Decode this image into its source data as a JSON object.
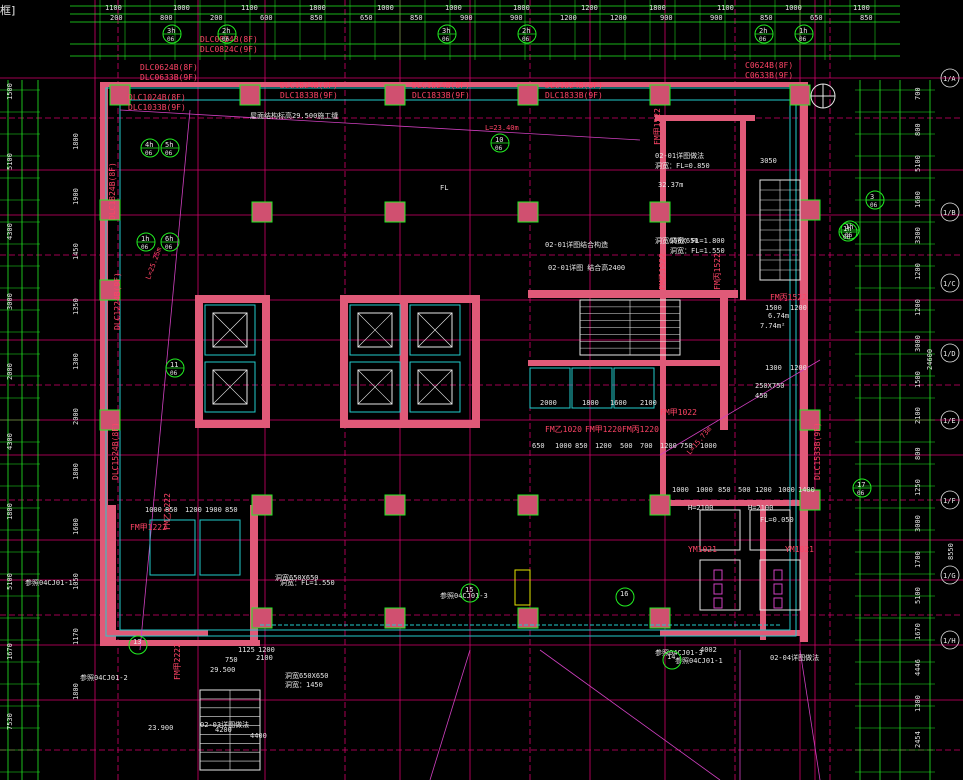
{
  "ui": {
    "corner_tag": "框]"
  },
  "colors": {
    "background": "#000000",
    "axis": "#d4006a",
    "dim_green": "#22ee22",
    "wall": "#e05a78",
    "column": "#d05070",
    "cyan": "#22cccc",
    "label_red": "#ff4466",
    "white": "#e6e6e6",
    "yellow": "#e6e600",
    "magenta": "#d040c0"
  },
  "top_dims": [
    "1100",
    "1000",
    "1100",
    "1800",
    "1000",
    "1000",
    "1800",
    "1200",
    "1800",
    "1100",
    "1000",
    "1100"
  ],
  "top_dims_row2": [
    "200",
    "800",
    "200",
    "600",
    "850",
    "650",
    "850",
    "900",
    "900",
    "1200",
    "1200",
    "900",
    "900",
    "850",
    "650",
    "850"
  ],
  "right_dims": [
    "700",
    "800",
    "5100",
    "1600",
    "3300",
    "1200",
    "1200",
    "3000",
    "1500",
    "2100",
    "800",
    "1250",
    "3000",
    "1700",
    "5100",
    "1670",
    "4446",
    "1300",
    "2454"
  ],
  "right_total": "8550",
  "right_total2": "24600",
  "left_dims": [
    "1500",
    "5100",
    "4300",
    "3000",
    "2000",
    "4300",
    "1800",
    "5100",
    "1670",
    "7530"
  ],
  "left_small_dims": [
    "1800",
    "1900",
    "1450",
    "1350",
    "1300",
    "2000",
    "1800",
    "1600",
    "1050",
    "1170",
    "1800"
  ],
  "axis_tags": [
    "1/A",
    "1/B",
    "1/C",
    "1/D",
    "1/E",
    "1/F",
    "1/G",
    "1/H"
  ],
  "window_labels": [
    "DLC0824B(8F)",
    "DLC0824C(9F)",
    "DLC1824B(8F)",
    "DLC1833B(9F)",
    "DLC1824B(8F)",
    "DLC1833B(9F)",
    "DLC1824B(8F)",
    "DLC1833B(9F)",
    "C0624B(8F)",
    "C0633B(9F)",
    "DLC0624B(8F)",
    "DLC0633B(9F)",
    "DLC1024B(8F)",
    "DLC1033B(9F)",
    "DLC1824B(8F)",
    "DLC1224B(9F)",
    "DLC1524B(8F)",
    "DLC1533B(9F)"
  ],
  "door_labels": [
    "FM甲1222",
    "FM甲1022",
    "FM乙1020",
    "FM甲1220",
    "FM丙1220",
    "FM甲1522",
    "FM乙1522",
    "FM丙1522",
    "FM丙1522",
    "YM1021",
    "YM1021",
    "FM乙1222",
    "FM甲2222"
  ],
  "circle_refs": [
    {
      "num": "3h",
      "sub": "06"
    },
    {
      "num": "2h",
      "sub": "06"
    },
    {
      "num": "3h",
      "sub": "06"
    },
    {
      "num": "2h",
      "sub": "06"
    },
    {
      "num": "2h",
      "sub": "06"
    },
    {
      "num": "1h",
      "sub": "06"
    },
    {
      "num": "4h",
      "sub": "06"
    },
    {
      "num": "5h",
      "sub": "06"
    },
    {
      "num": "1h",
      "sub": "06"
    },
    {
      "num": "6h",
      "sub": "06"
    },
    {
      "num": "3",
      "sub": "06"
    },
    {
      "num": "1h",
      "sub": "06"
    },
    {
      "num": "11",
      "sub": "06"
    },
    {
      "num": "10",
      "sub": "06"
    },
    {
      "num": "1h",
      "sub": "06"
    },
    {
      "num": "17",
      "sub": "06"
    },
    {
      "num": "16",
      "sub": ""
    },
    {
      "num": "15",
      "sub": ""
    },
    {
      "num": "14",
      "sub": ""
    },
    {
      "num": "13",
      "sub": ""
    }
  ],
  "notes": [
    "L=23.40m",
    "L=25.25m",
    "L=15.73m",
    "屋面结构标高29.500施工缝",
    "02-01详图结合构造",
    "02-01详图  结合高2400",
    "02-01详图做法",
    "洞宽：FL=0.850",
    "洞宽：FL=1.800",
    "洞宽：FL=1.550",
    "洞宽：FL=1.550",
    "洞宽：1450",
    "32.37m",
    "6.74m",
    "7.74m²",
    "H=2100",
    "H=2100",
    "FL=0.050",
    "29.500",
    "23.900",
    "参照04CJ01-1",
    "参照04CJ01-3",
    "参照04CJ01-3",
    "参照04CJ01-1",
    "参照04CJ01-2",
    "02-04详图做法",
    "02-03详图做法",
    "250X750",
    "450",
    "FL",
    "洞宽650X650",
    "洞宽650X650",
    "洞宽650X650",
    "3050",
    "2000",
    "1800",
    "1600",
    "2100",
    "650",
    "1000",
    "850",
    "1200",
    "500",
    "700",
    "1200",
    "750",
    "1000",
    "1000",
    "1000",
    "850",
    "500",
    "1200",
    "1000",
    "1400",
    "1500",
    "1200",
    "1300",
    "1200",
    "4200",
    "4400",
    "2100",
    "1125",
    "1200",
    "750",
    "4002",
    "1000",
    "850",
    "1200",
    "1900",
    "850"
  ]
}
